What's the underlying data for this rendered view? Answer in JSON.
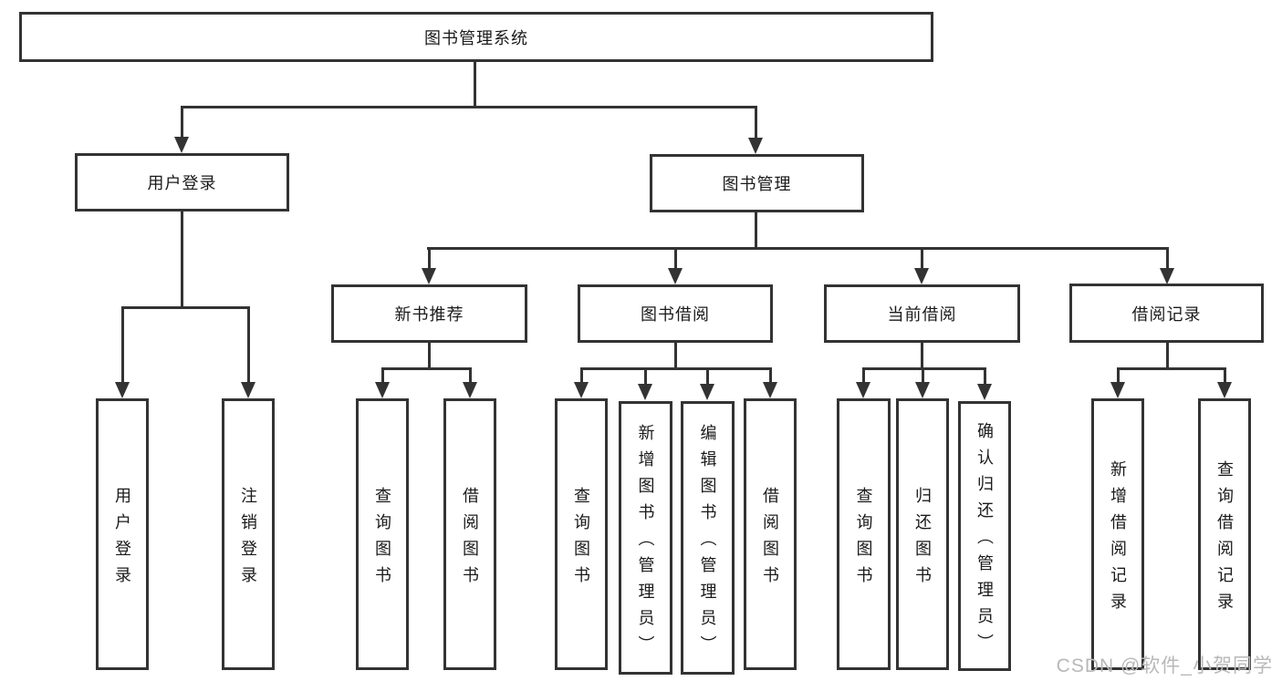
{
  "nodes": {
    "root": "图书管理系统",
    "user_login": "用户登录",
    "book_management": "图书管理",
    "new_book_recommend": "新书推荐",
    "book_borrowing": "图书借阅",
    "current_borrowing": "当前借阅",
    "borrowing_records": "借阅记录"
  },
  "leaves": {
    "user_login_login": "用户登录",
    "user_login_logout": "注销登录",
    "recommend_query_book": "查询图书",
    "recommend_borrow_book": "借阅图书",
    "borrowing_query_book": "查询图书",
    "borrowing_add_book": "新增图书（管理员）",
    "borrowing_edit_book": "编辑图书（管理员）",
    "borrowing_borrow_book": "借阅图书",
    "current_query_book": "查询图书",
    "current_return_book": "归还图书",
    "current_confirm_return": "确认归还（管理员）",
    "records_add_record": "新增借阅记录",
    "records_query_record": "查询借阅记录"
  },
  "watermark": "CSDN @软件_小贺同学",
  "colors": {
    "line": "#333333",
    "text": "#1a1a1a",
    "watermark": "#b8b8b8",
    "background": "#ffffff"
  }
}
